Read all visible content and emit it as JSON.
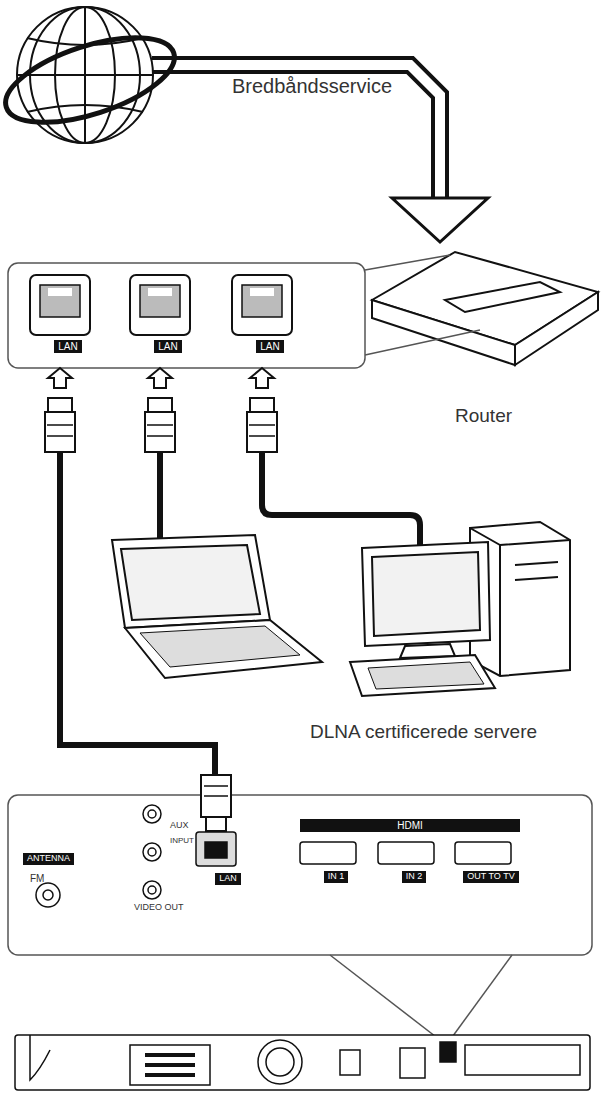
{
  "diagram": {
    "nodes": [
      {
        "text": [
          "Bredbåndsservice"
        ]
      },
      {
        "text": [
          "Router"
        ]
      },
      {
        "text": [
          "LAN",
          "LAN",
          "LAN"
        ]
      },
      {
        "text": [
          "ANTENNA",
          "FM",
          "AUX",
          "INPUT",
          "VIDEO OUT",
          "LAN",
          "HDMI",
          "IN 1",
          "IN 2",
          "OUT TO TV"
        ]
      }
    ],
    "edges": [
      {
        "from": 0,
        "to": 1,
        "arrow": "to"
      },
      {
        "from": 3,
        "to": 2,
        "arrow": "to"
      }
    ],
    "labels": [
      "DLNA certificerede servere"
    ]
  }
}
